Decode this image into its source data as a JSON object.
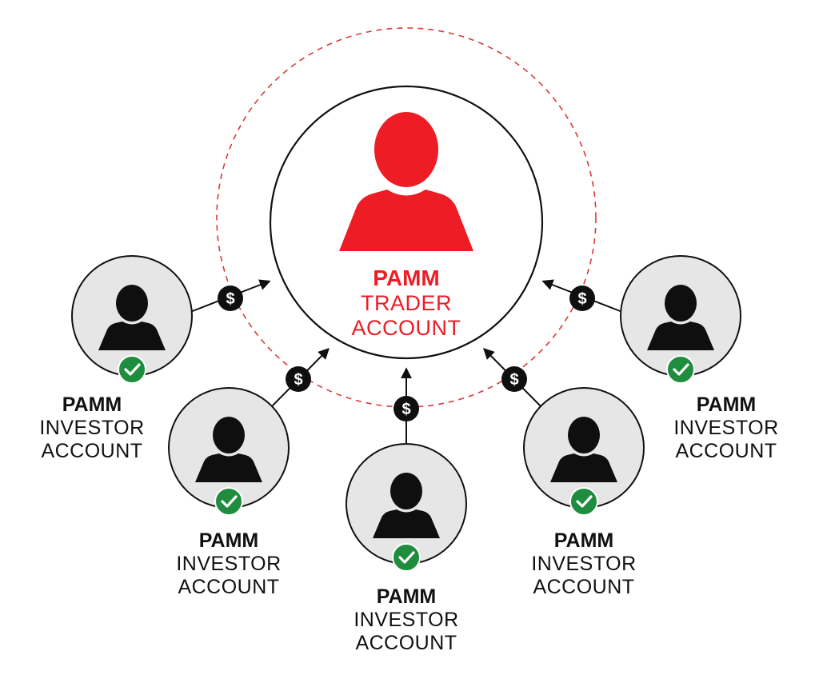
{
  "colors": {
    "trader_red": "#ee1c25",
    "investor_black": "#0f0f0f",
    "investor_circle_fill": "#e6e6e6",
    "check_green": "#1e8e3e",
    "dashed_ring": "#d93a3a"
  },
  "trader": {
    "line1": "PAMM",
    "line2": "TRADER",
    "line3": "ACCOUNT",
    "icon": "person-icon"
  },
  "investors": [
    {
      "line1": "PAMM",
      "line2": "INVESTOR",
      "line3": "ACCOUNT",
      "icon": "person-icon",
      "badge": "check-icon",
      "transfer": "dollar-icon"
    },
    {
      "line1": "PAMM",
      "line2": "INVESTOR",
      "line3": "ACCOUNT",
      "icon": "person-icon",
      "badge": "check-icon",
      "transfer": "dollar-icon"
    },
    {
      "line1": "PAMM",
      "line2": "INVESTOR",
      "line3": "ACCOUNT",
      "icon": "person-icon",
      "badge": "check-icon",
      "transfer": "dollar-icon"
    },
    {
      "line1": "PAMM",
      "line2": "INVESTOR",
      "line3": "ACCOUNT",
      "icon": "person-icon",
      "badge": "check-icon",
      "transfer": "dollar-icon"
    },
    {
      "line1": "PAMM",
      "line2": "INVESTOR",
      "line3": "ACCOUNT",
      "icon": "person-icon",
      "badge": "check-icon",
      "transfer": "dollar-icon"
    }
  ],
  "dollar_symbol": "$"
}
